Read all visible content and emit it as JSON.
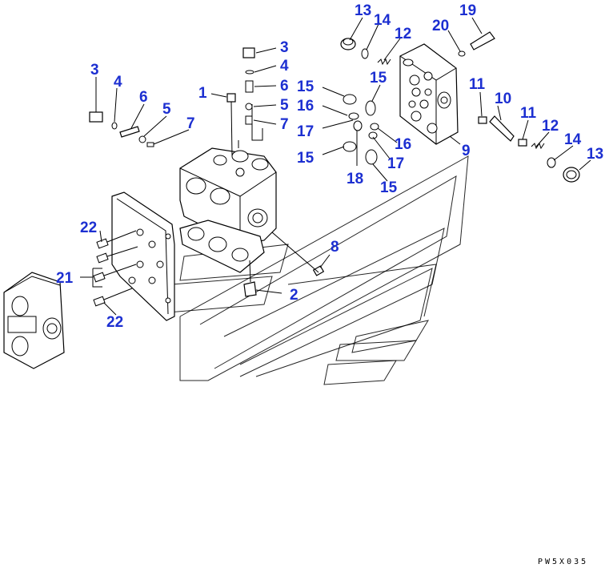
{
  "diagram": {
    "callouts": [
      {
        "id": "c-13a",
        "text": "13"
      },
      {
        "id": "c-14a",
        "text": "14"
      },
      {
        "id": "c-12a",
        "text": "12"
      },
      {
        "id": "c-20",
        "text": "20"
      },
      {
        "id": "c-19",
        "text": "19"
      },
      {
        "id": "c-3a",
        "text": "3"
      },
      {
        "id": "c-4a",
        "text": "4"
      },
      {
        "id": "c-6a",
        "text": "6"
      },
      {
        "id": "c-5a",
        "text": "5"
      },
      {
        "id": "c-7a",
        "text": "7"
      },
      {
        "id": "c-3b",
        "text": "3"
      },
      {
        "id": "c-4b",
        "text": "4"
      },
      {
        "id": "c-6b",
        "text": "6"
      },
      {
        "id": "c-5b",
        "text": "5"
      },
      {
        "id": "c-7b",
        "text": "7"
      },
      {
        "id": "c-1",
        "text": "1"
      },
      {
        "id": "c-15a",
        "text": "15"
      },
      {
        "id": "c-16a",
        "text": "16"
      },
      {
        "id": "c-17a",
        "text": "17"
      },
      {
        "id": "c-15b",
        "text": "15"
      },
      {
        "id": "c-15c",
        "text": "15"
      },
      {
        "id": "c-16b",
        "text": "16"
      },
      {
        "id": "c-17b",
        "text": "17"
      },
      {
        "id": "c-18",
        "text": "18"
      },
      {
        "id": "c-15d",
        "text": "15"
      },
      {
        "id": "c-11a",
        "text": "11"
      },
      {
        "id": "c-10",
        "text": "10"
      },
      {
        "id": "c-11b",
        "text": "11"
      },
      {
        "id": "c-12b",
        "text": "12"
      },
      {
        "id": "c-14b",
        "text": "14"
      },
      {
        "id": "c-13b",
        "text": "13"
      },
      {
        "id": "c-9",
        "text": "9"
      },
      {
        "id": "c-8",
        "text": "8"
      },
      {
        "id": "c-2",
        "text": "2"
      },
      {
        "id": "c-22a",
        "text": "22"
      },
      {
        "id": "c-21",
        "text": "21"
      },
      {
        "id": "c-22b",
        "text": "22"
      }
    ],
    "drawing_code": "PW5X035",
    "colors": {
      "callout": "#1c2fd1",
      "line": "#000000",
      "background": "#ffffff"
    }
  }
}
